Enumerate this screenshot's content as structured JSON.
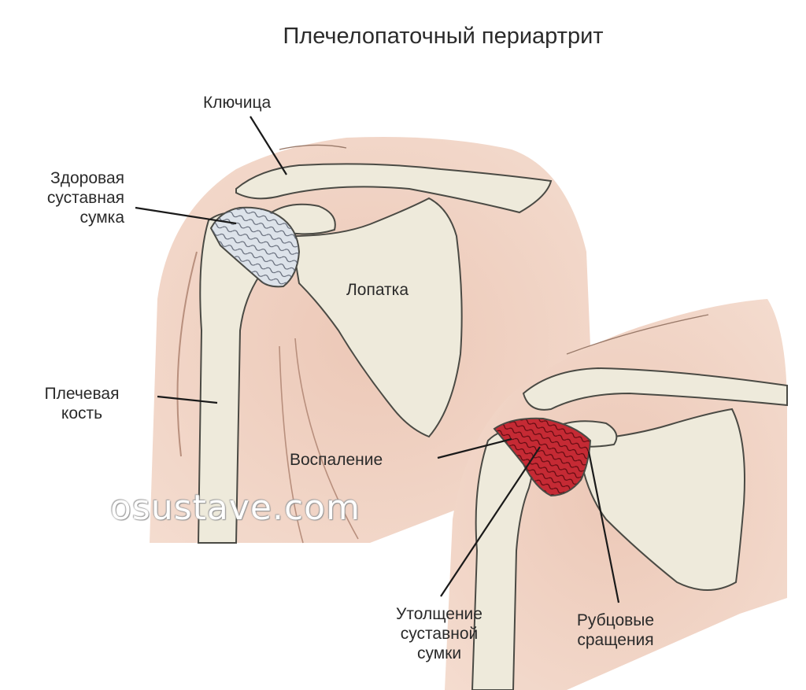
{
  "title": "Плечелопаточный периартрит",
  "labels": {
    "clavicle": "Ключица",
    "healthy_bursa": [
      "Здоровая",
      "суставная",
      "сумка"
    ],
    "scapula": "Лопатка",
    "humerus": [
      "Плечевая",
      "кость"
    ],
    "inflammation": "Воспаление",
    "thickening": [
      "Утолщение",
      "суставной",
      "сумки"
    ],
    "adhesions": [
      "Рубцовые",
      "сращения"
    ]
  },
  "watermark": "osustave.com",
  "colors": {
    "skin": "#f1d5c8",
    "bone": "#eeeadb",
    "bone_outline": "#4a4a44",
    "bursa_healthy": "#dde3ea",
    "inflamed": "#b8202c",
    "leader_line": "#1a1a1a",
    "text": "#2a2a2a"
  }
}
